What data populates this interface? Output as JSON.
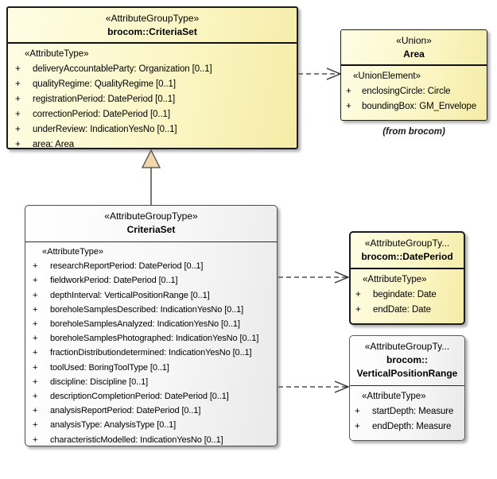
{
  "diagram": {
    "type": "uml-class-diagram",
    "colors": {
      "class_fill_yellow": "#FBF6C6",
      "class_fill_gray": "#F2F2F2",
      "border": "#1C1C1C",
      "generalization_triangle_fill": "#F0D7AB",
      "connector": "#2E2E2E",
      "shadow": "#6E6E6E"
    },
    "boxes": {
      "brocom_criteriaset": {
        "stereotype": "«AttributeGroupType»",
        "title": "brocom::CriteriaSet",
        "section": "«AttributeType»",
        "attributes": [
          {
            "vis": "+",
            "text": "deliveryAccountableParty: Organization [0..1]"
          },
          {
            "vis": "+",
            "text": "qualityRegime: QualityRegime [0..1]"
          },
          {
            "vis": "+",
            "text": "registrationPeriod: DatePeriod [0..1]"
          },
          {
            "vis": "+",
            "text": "correctionPeriod: DatePeriod [0..1]"
          },
          {
            "vis": "+",
            "text": "underReview: IndicationYesNo [0..1]"
          },
          {
            "vis": "+",
            "text": "area: Area"
          }
        ]
      },
      "area": {
        "stereotype": "«Union»",
        "title": "Area",
        "section": "«UnionElement»",
        "attributes": [
          {
            "vis": "+",
            "text": "enclosingCircle: Circle"
          },
          {
            "vis": "+",
            "text": "boundingBox: GM_Envelope"
          }
        ],
        "caption": "(from brocom)"
      },
      "criteriaset": {
        "stereotype": "«AttributeGroupType»",
        "title": "CriteriaSet",
        "section": "«AttributeType»",
        "attributes": [
          {
            "vis": "+",
            "text": "researchReportPeriod: DatePeriod [0..1]"
          },
          {
            "vis": "+",
            "text": "fieldworkPeriod: DatePeriod [0..1]"
          },
          {
            "vis": "+",
            "text": "depthInterval: VerticalPositionRange [0..1]"
          },
          {
            "vis": "+",
            "text": "boreholeSamplesDescribed: IndicationYesNo [0..1]"
          },
          {
            "vis": "+",
            "text": "boreholeSamplesAnalyzed: IndicationYesNo [0..1]"
          },
          {
            "vis": "+",
            "text": "boreholeSamplesPhotographed: IndicationYesNo [0..1]"
          },
          {
            "vis": "+",
            "text": "fractionDistributiondetermined: IndicationYesNo [0..1]"
          },
          {
            "vis": "+",
            "text": "toolUsed: BoringToolType [0..1]"
          },
          {
            "vis": "+",
            "text": "discipline: Discipline [0..1]"
          },
          {
            "vis": "+",
            "text": "descriptionCompletionPeriod: DatePeriod [0..1]"
          },
          {
            "vis": "+",
            "text": "analysisReportPeriod: DatePeriod [0..1]"
          },
          {
            "vis": "+",
            "text": "analysisType: AnalysisType [0..1]"
          },
          {
            "vis": "+",
            "text": "characteristicModelled: IndicationYesNo [0..1]"
          }
        ]
      },
      "dateperiod": {
        "stereotype": "«AttributeGroupTy...",
        "title": "brocom::DatePeriod",
        "section": "«AttributeType»",
        "attributes": [
          {
            "vis": "+",
            "text": "begindate: Date"
          },
          {
            "vis": "+",
            "text": "endDate: Date"
          }
        ]
      },
      "verticalpositionrange": {
        "stereotype": "«AttributeGroupTy...",
        "title": "brocom::",
        "title2": "VerticalPositionRange",
        "section": "«AttributeType»",
        "attributes": [
          {
            "vis": "+",
            "text": "startDepth: Measure"
          },
          {
            "vis": "+",
            "text": "endDepth: Measure"
          }
        ]
      }
    }
  }
}
